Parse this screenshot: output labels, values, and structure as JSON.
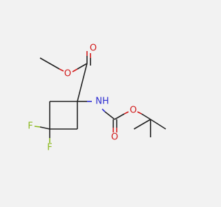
{
  "molecule": {
    "atoms": {
      "carbonyl_o_top": "O",
      "ester_o": "O",
      "amide_nh": "NH",
      "fluorine_1": "F",
      "fluorine_2": "F",
      "carbamate_o_double": "O",
      "carbamate_o_single": "O"
    },
    "colors": {
      "bond": "#202020",
      "oxygen": "#d11a1a",
      "nitrogen": "#2a2ad0",
      "fluorine": "#8ab81c",
      "background": "#f2f2f2"
    }
  }
}
